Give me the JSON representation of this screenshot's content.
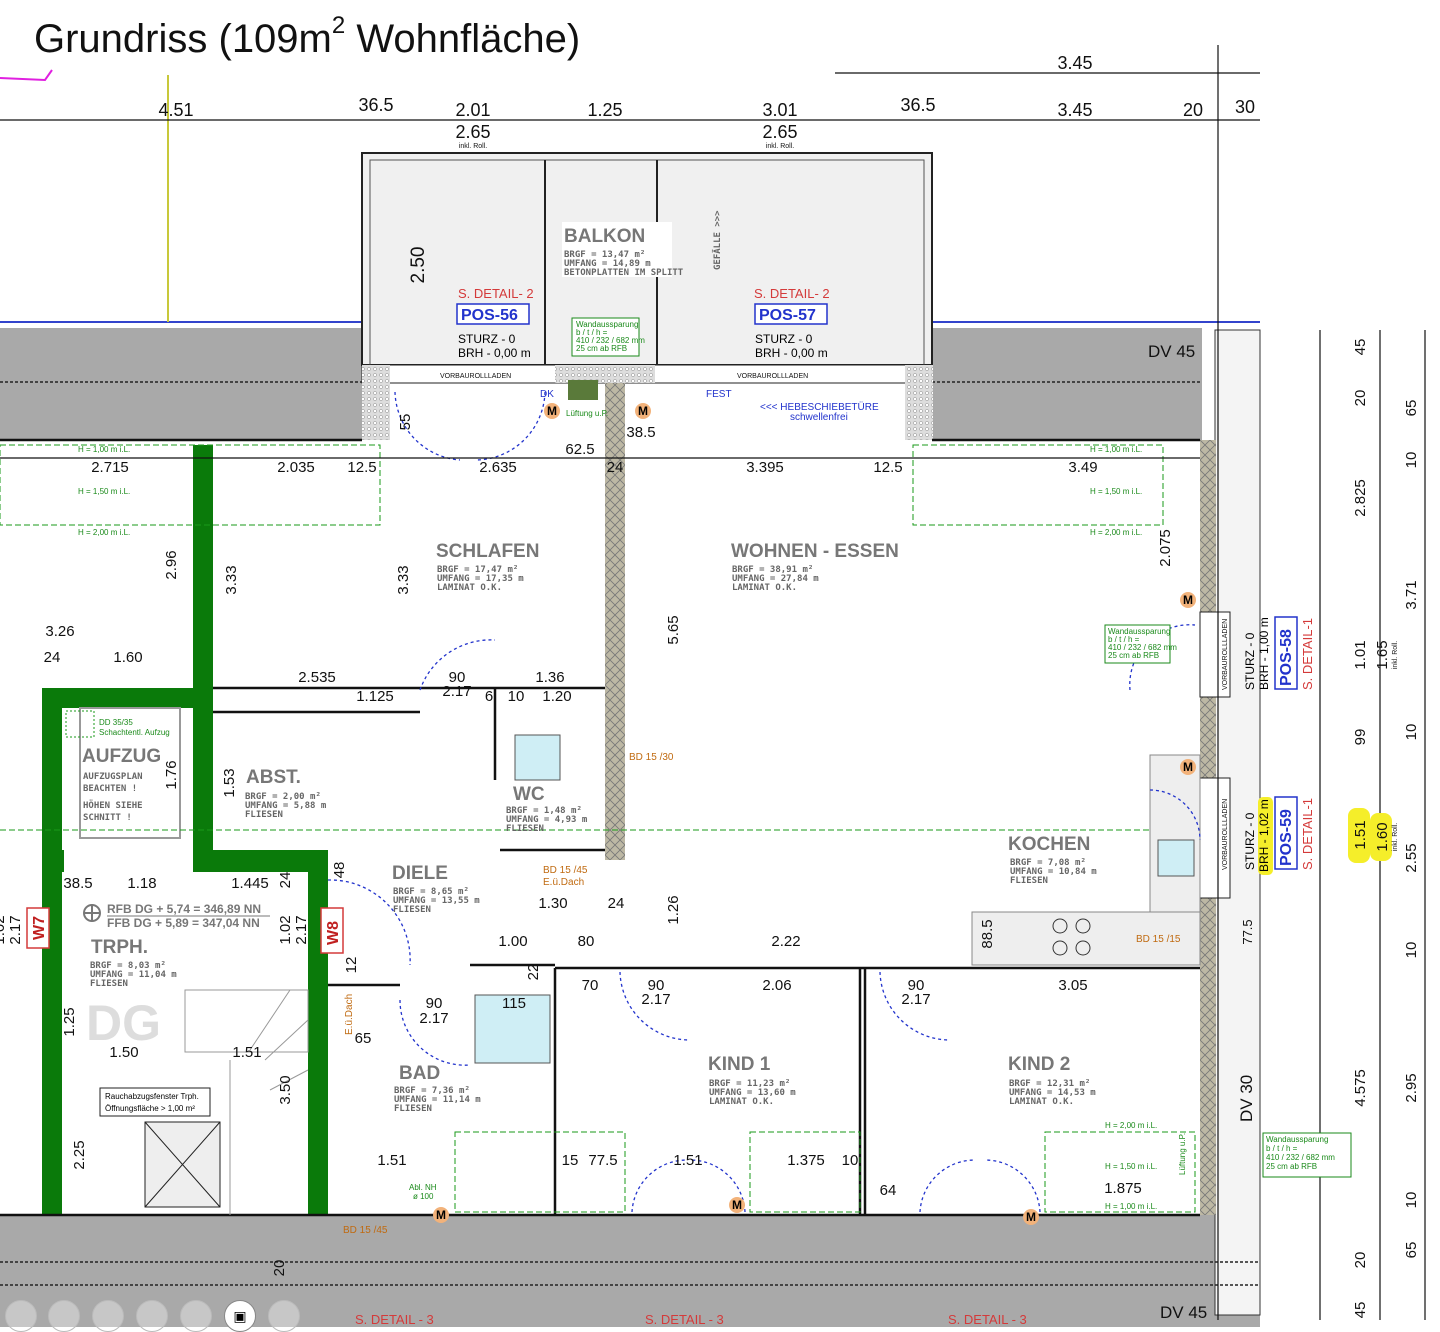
{
  "title": {
    "prefix": "Grundriss (109m",
    "sup": "2",
    "suffix": " Wohnfläche)"
  },
  "rooms": {
    "balkon": {
      "name": "BALKON",
      "brgf": "BRGF   = 13,47 m²",
      "umfang": "UMFANG = 14,89 m",
      "floor": "BETONPLATTEN IM SPLITT",
      "slope": "GEFÄLLE >>>"
    },
    "schlafen": {
      "name": "SCHLAFEN",
      "brgf": "BRGF   = 17,47 m²",
      "umfang": "UMFANG = 17,35 m",
      "floor": "LAMINAT O.K."
    },
    "wohnen": {
      "name": "WOHNEN - ESSEN",
      "brgf": "BRGF   = 38,91 m²",
      "umfang": "UMFANG = 27,84 m",
      "floor": "LAMINAT O.K."
    },
    "aufzug": {
      "name": "AUFZUG",
      "note1": "AUFZUGSPLAN",
      "note2": "BEACHTEN !",
      "note3": "HÖHEN SIEHE",
      "note4": "SCHNITT !",
      "dd": "DD 35/35",
      "dd2": "Schachtentl. Aufzug"
    },
    "abst": {
      "name": "ABST.",
      "brgf": "BRGF   = 2,00 m²",
      "umfang": "UMFANG = 5,88 m",
      "floor": "FLIESEN"
    },
    "wc": {
      "name": "WC",
      "brgf": "BRGF   = 1,48 m²",
      "umfang": "UMFANG = 4,93 m",
      "floor": "FLIESEN"
    },
    "diele": {
      "name": "DIELE",
      "brgf": "BRGF   = 8,65 m²",
      "umfang": "UMFANG = 13,55 m",
      "floor": "FLIESEN"
    },
    "kochen": {
      "name": "KOCHEN",
      "brgf": "BRGF   = 7,08 m²",
      "umfang": "UMFANG = 10,84 m",
      "floor": "FLIESEN"
    },
    "trph": {
      "name": "TRPH.",
      "brgf": "BRGF   = 8,03 m²",
      "umfang": "UMFANG = 11,04 m",
      "floor": "FLIESEN",
      "rfb": "RFB DG + 5,74 = 346,89 NN",
      "ffb": "FFB DG + 5,89 = 347,04 NN",
      "level": "DG"
    },
    "bad": {
      "name": "BAD",
      "brgf": "BRGF   = 7,36 m²",
      "umfang": "UMFANG = 11,14 m",
      "floor": "FLIESEN"
    },
    "kind1": {
      "name": "KIND 1",
      "brgf": "BRGF   = 11,23 m²",
      "umfang": "UMFANG = 13,60 m",
      "floor": "LAMINAT O.K."
    },
    "kind2": {
      "name": "KIND 2",
      "brgf": "BRGF   = 12,31 m²",
      "umfang": "UMFANG = 14,53 m",
      "floor": "LAMINAT O.K."
    }
  },
  "windows": {
    "pos56": {
      "detail": "S. DETAIL- 2",
      "pos": "POS-56",
      "sturz": "STURZ - 0",
      "brh": "BRH - 0,00 m"
    },
    "pos57": {
      "detail": "S. DETAIL- 2",
      "pos": "POS-57",
      "sturz": "STURZ - 0",
      "brh": "BRH - 0,00 m"
    },
    "pos58": {
      "detail": "S. DETAIL-1",
      "pos": "POS-58",
      "sturz": "STURZ - 0",
      "brh": "BRH - 1,00 m"
    },
    "pos59": {
      "detail": "S. DETAIL-1",
      "pos": "POS-59",
      "sturz": "STURZ - 0",
      "brh": "BRH - 1,02 m"
    },
    "w7": "W7",
    "w8": "W8",
    "rollladen": "VORBAUROLLLADEN",
    "hebe": "<<< HEBESCHIEBETÜRE",
    "hebe2": "schwellenfrei",
    "fest": "FEST",
    "dk": "DK"
  },
  "notes": {
    "wand1": "Wandaussparung",
    "wand2": "b / t / h =",
    "wand3": "410 / 232 / 682 mm",
    "wand4": "25 cm ab RFB",
    "lueftung": "Lüftung u.P.",
    "bd1": "BD 15 /30",
    "bd2": "BD 15 /45",
    "bd2b": "E.ü.Dach",
    "bd3": "BD 15 /15",
    "bd4": "BD 15 /45",
    "rauch1": "Rauchabzugsfenster Trph.",
    "rauch2": "Öffnungsfläche > 1,00 m²",
    "dv45": "DV 45",
    "dv45b": "DV 45",
    "dv30": "DV 30",
    "sdetail3a": "S. DETAIL - 3",
    "sdetail3b": "S. DETAIL - 3",
    "sdetail3c": "S. DETAIL - 3",
    "h100": "H = 1,00 m i.L.",
    "h150": "H = 1,50 m i.L.",
    "h200": "H = 2,00 m i.L.",
    "inkl": "inkl. Roll.",
    "motor": "M",
    "abl": "Abl. NH",
    "abl2": "ø 100"
  },
  "dimensions": {
    "top": [
      "4.51",
      "36.5",
      "2.01",
      "2.65",
      "1.25",
      "3.01",
      "2.65",
      "36.5",
      "3.45",
      "3.45",
      "20",
      "30"
    ],
    "row1": [
      "2.715",
      "2.035",
      "12.5",
      "2.635",
      "24",
      "3.395",
      "12.5",
      "3.49",
      "62.5",
      "38.5",
      "55"
    ],
    "mid": [
      "3.26",
      "24",
      "1.60",
      "2.535",
      "1.125",
      "90",
      "2.17",
      "6",
      "10",
      "1.36",
      "1.20",
      "2.96",
      "3.33",
      "3.33",
      "5.65",
      "2.075",
      "1.76",
      "1.53"
    ],
    "lower": [
      "38.5",
      "1.18",
      "1.445",
      "24",
      "48",
      "1.02",
      "2.17",
      "1.02",
      "2.17",
      "12",
      "1.30",
      "24",
      "1.26",
      "1.00",
      "80",
      "22",
      "2.22",
      "70",
      "90",
      "2.17",
      "2.06",
      "90",
      "2.17",
      "3.05",
      "88.5",
      "115",
      "90",
      "2.17"
    ],
    "bottom": [
      "1.25",
      "1.50",
      "1.51",
      "3.50",
      "2.25",
      "65",
      "1.51",
      "15",
      "77.5",
      "1.51",
      "1.375",
      "10",
      "64",
      "1.875",
      "20"
    ],
    "right": [
      "45",
      "20",
      "65",
      "10",
      "2.825",
      "3.71",
      "1.01",
      "1.65",
      "99",
      "10",
      "1.51",
      "1.60",
      "2.55",
      "77.5",
      "10",
      "4.575",
      "2.95",
      "10",
      "65",
      "20",
      "45",
      "2.50"
    ]
  },
  "toolbar": {
    "camera_icon": "video-camera-icon"
  },
  "colors": {
    "green_wall": "#0a7a0a",
    "roof_grey": "#a9a9a9",
    "hatch": "#bdb8a4",
    "highlight": "#f5ee2a"
  }
}
